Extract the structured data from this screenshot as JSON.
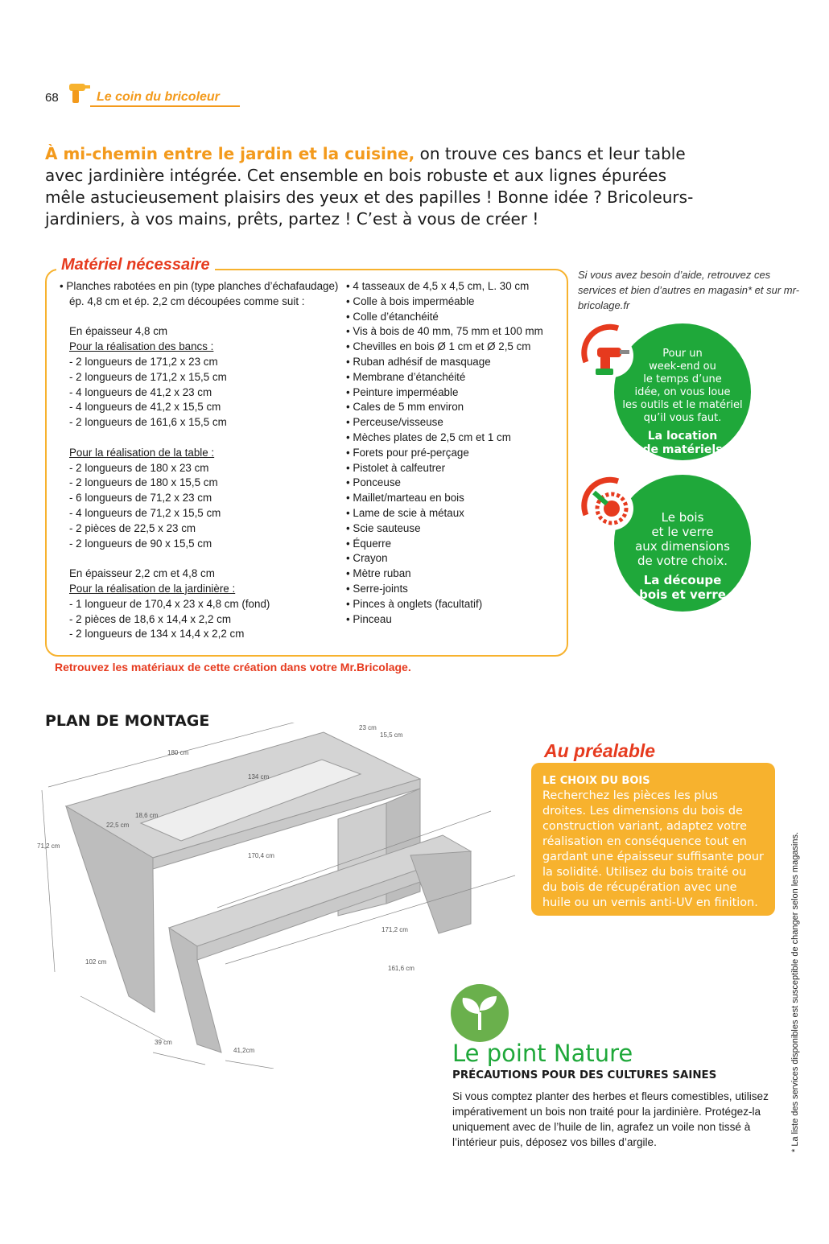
{
  "header": {
    "page_number": "68",
    "section_title": "Le coin du bricoleur",
    "icon": "drill-icon"
  },
  "intro": {
    "lead": "À mi-chemin entre le jardin et la cuisine,",
    "rest": " on trouve ces bancs et leur table avec jardinière intégrée. Cet ensemble en bois robuste et aux lignes épurées mêle astucieusement plaisirs des yeux et des papilles ! Bonne idée ? Bricoleurs-jardiniers, à vos mains, prêts, partez ! C’est à vous de créer !"
  },
  "materials": {
    "title": "Matériel nécessaire",
    "left": {
      "item1_line1": "• Planches rabotées en pin (type planches d’échafaudage)",
      "item1_line2": "ép. 4,8 cm et ép. 2,2 cm découpées comme suit :",
      "thick1_heading": "En épaisseur 4,8 cm",
      "bancs_heading": "Pour la réalisation des bancs :",
      "bancs": [
        "- 2 longueurs de 171,2 x 23 cm",
        "- 2 longueurs de 171,2 x 15,5 cm",
        "- 4 longueurs de 41,2 x 23 cm",
        "- 4 longueurs de 41,2 x 15,5 cm",
        "- 2 longueurs de 161,6 x 15,5 cm"
      ],
      "table_heading": "Pour la réalisation de la table :",
      "table": [
        "- 2 longueurs de 180 x 23 cm",
        "- 2 longueurs de 180 x 15,5 cm",
        "- 6 longueurs de 71,2 x 23 cm",
        "- 4 longueurs de 71,2 x 15,5 cm",
        "- 2 pièces de 22,5 x 23 cm",
        "- 2 longueurs de 90 x 15,5 cm"
      ],
      "thick2_heading": "En épaisseur 2,2 cm et 4,8 cm",
      "jardiniere_heading": "Pour la réalisation de la jardinière :",
      "jardiniere": [
        "- 1 longueur de 170,4 x 23 x 4,8 cm (fond)",
        "- 2 pièces de 18,6 x 14,4 x 2,2 cm",
        "- 2 longueurs de 134 x 14,4 x 2,2 cm"
      ]
    },
    "right": [
      "• 4 tasseaux de 4,5 x 4,5 cm, L. 30 cm",
      "• Colle à bois imperméable",
      "• Colle d’étanchéité",
      "• Vis à bois de 40 mm, 75 mm et 100 mm",
      "• Chevilles en bois Ø 1 cm et Ø 2,5 cm",
      "• Ruban adhésif de masquage",
      "• Membrane d’étanchéité",
      "• Peinture imperméable",
      "• Cales de 5 mm environ",
      "• Perceuse/visseuse",
      "• Mèches plates de 2,5 cm et 1 cm",
      "• Forets pour pré-perçage",
      "• Pistolet à calfeutrer",
      "• Ponceuse",
      "• Maillet/marteau en bois",
      "• Lame de scie à métaux",
      "• Scie sauteuse",
      "• Équerre",
      "• Crayon",
      "• Mètre ruban",
      "• Serre-joints",
      "• Pinces à onglets (facultatif)",
      "• Pinceau"
    ],
    "footer": "Retrouvez les matériaux de cette création dans votre Mr.Bricolage."
  },
  "services": {
    "note": "Si vous avez besoin d’aide, retrouvez ces services et bien d’autres en magasin* et sur mr-bricolage.fr",
    "location": {
      "text_lines": [
        "Pour un",
        "week-end ou",
        "le temps d’une",
        "idée, on vous loue",
        "les outils et le matériel",
        "qu’il vous faut."
      ],
      "strong_lines": [
        "La location",
        "de matériels"
      ],
      "icon": "drill-icon"
    },
    "decoupe": {
      "text_lines": [
        "Le bois",
        "et le verre",
        "aux dimensions",
        "de votre choix."
      ],
      "strong_lines": [
        "La découpe",
        "bois et verre"
      ],
      "icon": "circular-saw-icon"
    }
  },
  "plan": {
    "title": "PLAN DE MONTAGE",
    "labels": {
      "l_180": "180 cm",
      "l_134": "134 cm",
      "l_23": "23 cm",
      "l_155": "15,5 cm",
      "l_186": "18,6 cm",
      "l_225": "22,5 cm",
      "l_712": "71,2 cm",
      "l_1704": "170,4 cm",
      "l_1712": "171,2 cm",
      "l_102": "102 cm",
      "l_1616": "161,6 cm",
      "l_39": "39 cm",
      "l_412": "41,2cm"
    }
  },
  "prealable": {
    "title": "Au préalable",
    "heading": "LE CHOIX DU BOIS",
    "body": "Recherchez les pièces les plus droites. Les dimensions du bois de construction variant, adaptez votre réalisation en conséquence tout en gardant une épaisseur suffisante pour la solidité. Utilisez du bois traité ou du bois de récupération avec une huile ou un vernis anti-UV en finition."
  },
  "nature": {
    "title": "Le point Nature",
    "heading": "PRÉCAUTIONS POUR DES CULTURES SAINES",
    "body": "Si vous comptez planter des herbes et fleurs comestibles, utilisez impérativement un bois non traité pour la jardinière. Protégez-la uniquement avec de l’huile de lin, agrafez un voile non tissé à l’intérieur puis, déposez vos billes d’argile.",
    "icon": "sprout-icon"
  },
  "side_note": "* La liste des services disponibles est susceptible de changer selon les magasins.",
  "colors": {
    "orange": "#f39a1c",
    "red": "#e63a1e",
    "yellow": "#f7b22e",
    "green": "#1fa83a"
  }
}
